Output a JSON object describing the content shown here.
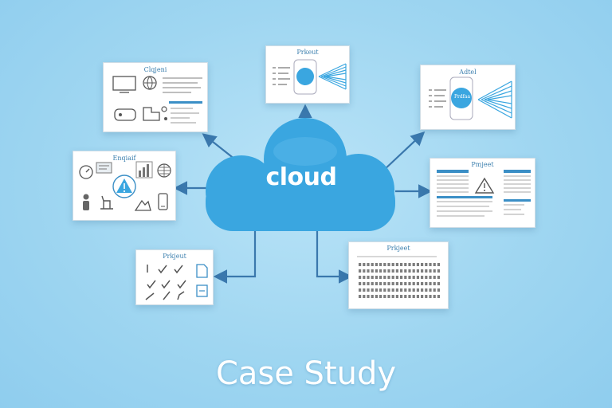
{
  "colors": {
    "background": "#9fd6f1",
    "cloud": "#3aa6e0",
    "connector": "#3a78ad",
    "card_accent": "#3b8fc6",
    "caption": "#ffffff"
  },
  "hub": {
    "label": "cloud",
    "icon": "cloud-shape"
  },
  "caption": "Case Study",
  "cards": {
    "top_left": {
      "title": "Clqjeni",
      "icons": [
        "monitor-icon",
        "globe-icon",
        "device-icon",
        "puzzle-icon"
      ]
    },
    "top_center": {
      "title": "Prkeut",
      "icons": [
        "checklist-icon",
        "circle-badge-icon",
        "wave-fan-icon"
      ]
    },
    "top_right": {
      "title": "Adtel",
      "badge": "Prdfaa",
      "icons": [
        "checklist-icon",
        "wave-fan-icon"
      ]
    },
    "mid_left": {
      "title": "Enqiaif",
      "icons": [
        "gauge-icon",
        "chart-icon",
        "warning-icon",
        "globe-icon",
        "person-icon",
        "phone-icon"
      ]
    },
    "mid_right": {
      "title": "Pmjeet",
      "icons": [
        "grid-table-icon",
        "warning-icon"
      ]
    },
    "bottom_left": {
      "title": "Prkjeut",
      "icons": [
        "check-icon",
        "pencil-icon",
        "document-icon"
      ]
    },
    "bottom_right": {
      "title": "Prkjeet",
      "icons": [
        "grid-table-icon"
      ]
    }
  }
}
